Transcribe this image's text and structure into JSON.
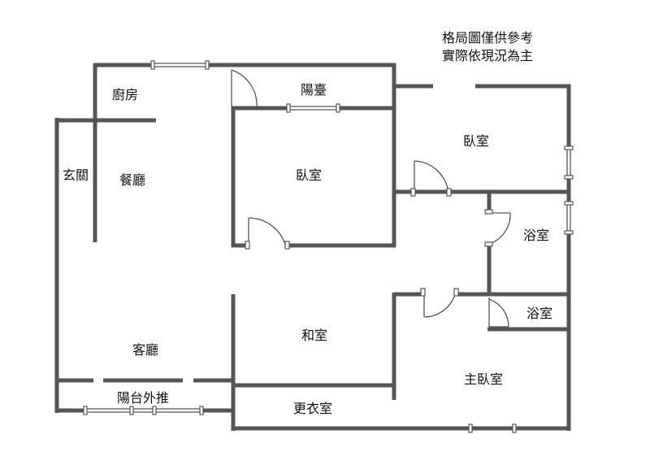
{
  "note": {
    "line1": "格局圖僅供參考",
    "line2": "實際依現況為主"
  },
  "rooms": {
    "kitchen": "廚房",
    "balcony_top": "陽臺",
    "bedroom_right": "臥室",
    "entrance": "玄關",
    "dining": "餐廳",
    "bedroom_center": "臥室",
    "bathroom_1": "浴室",
    "bathroom_2": "浴室",
    "living_room": "客廳",
    "japanese_room": "和室",
    "master_bedroom": "主臥室",
    "balcony_bottom": "陽台外推",
    "walk_in_closet": "更衣室"
  },
  "colors": {
    "wall": "#555555",
    "background": "#ffffff",
    "text": "#111111"
  }
}
